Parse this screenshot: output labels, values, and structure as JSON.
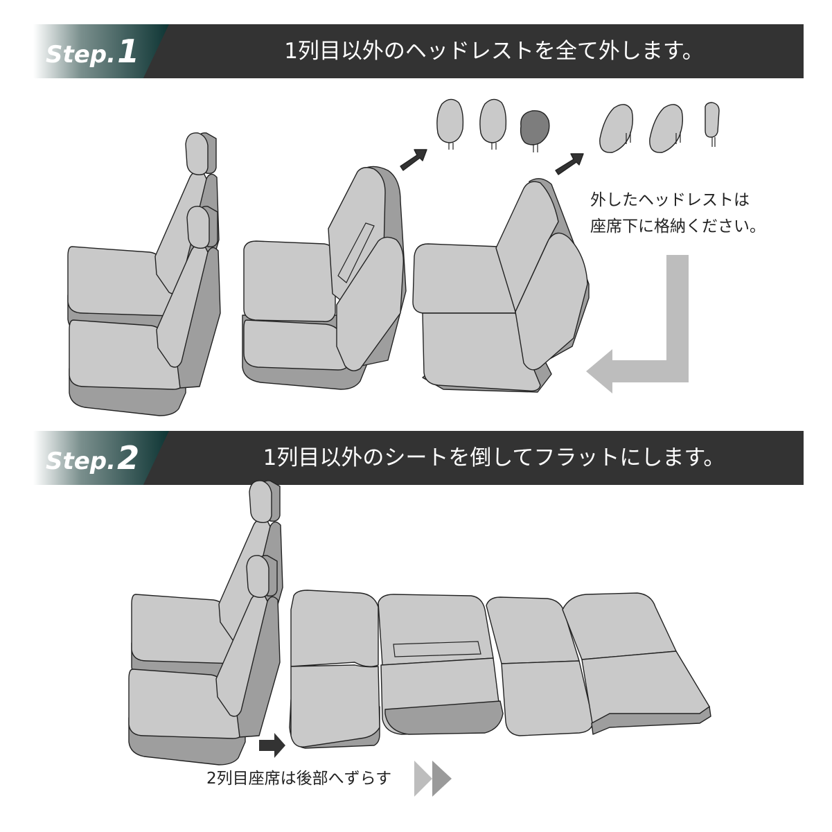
{
  "step1": {
    "label": "Step.",
    "number": "1",
    "title": "1列目以外のヘッドレストを全て外します。",
    "note_line1": "外したヘッドレストは",
    "note_line2": "座席下に格納ください。"
  },
  "step2": {
    "label": "Step.",
    "number": "2",
    "title": "1列目以外のシートを倒してフラットにします。",
    "note": "2列目座席は後部へずらす"
  },
  "colors": {
    "bar": "#333333",
    "seat": "#c9c9c9",
    "seat_side": "#9e9e9e",
    "outline": "#222222",
    "arrow_dark": "#333333",
    "arrow_light": "#bdbdbd"
  }
}
